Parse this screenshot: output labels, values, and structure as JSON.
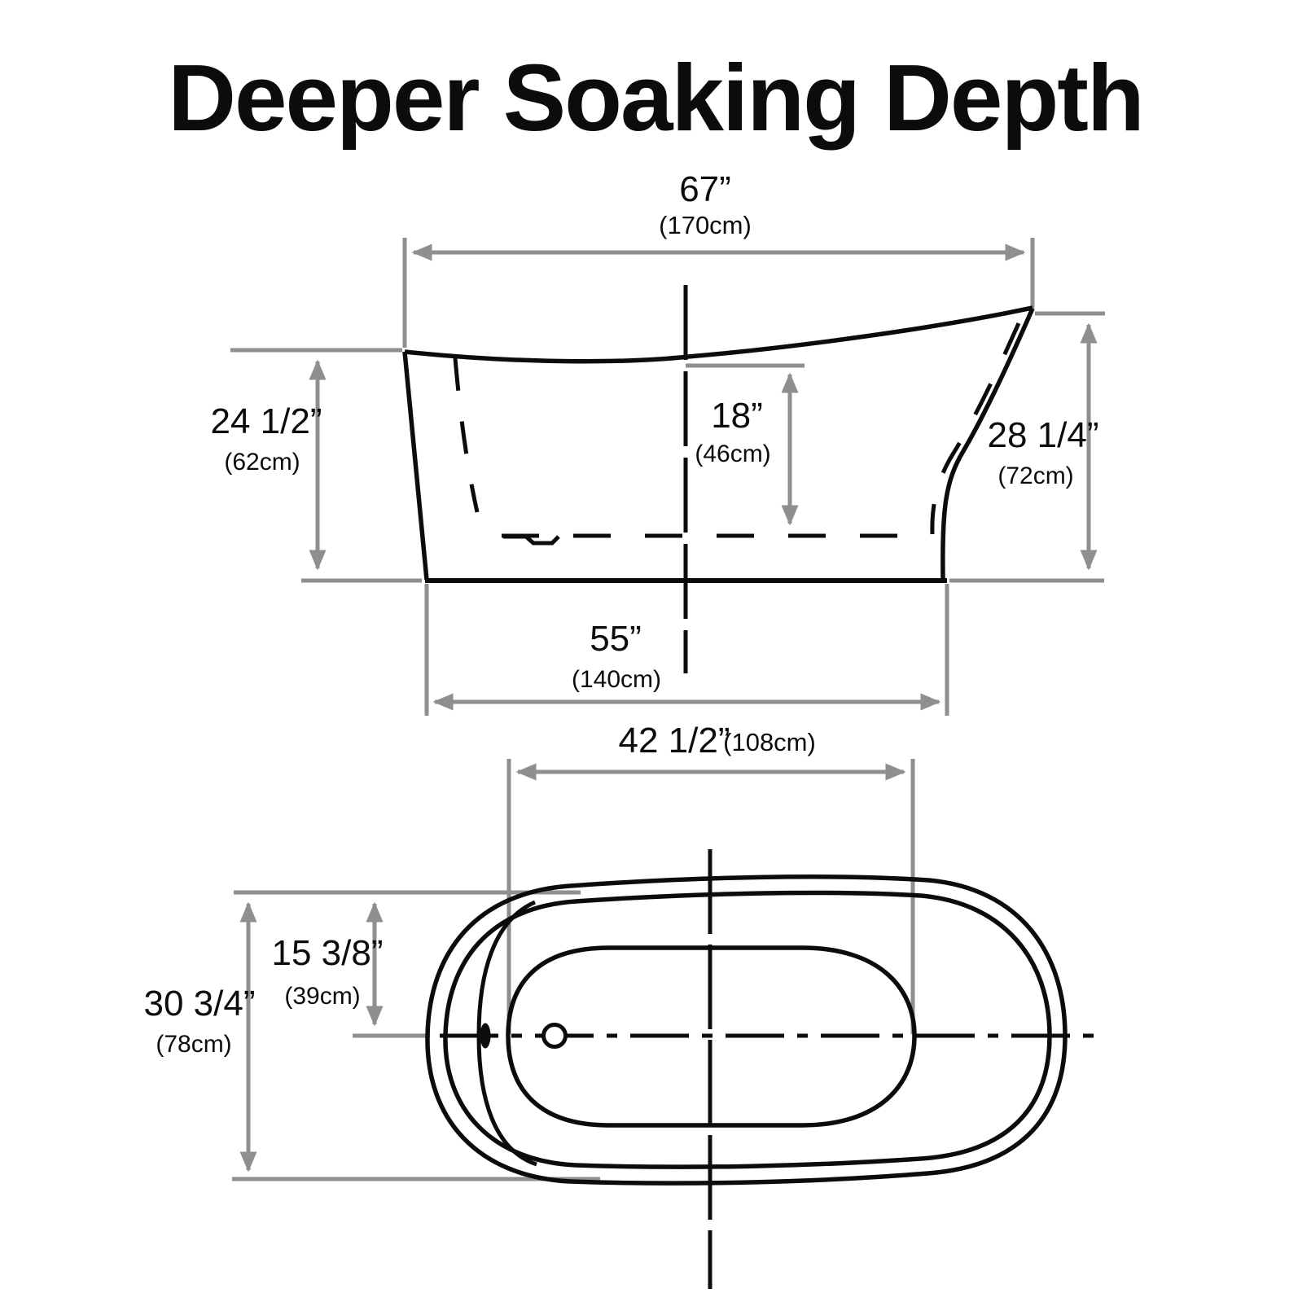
{
  "title": "Deeper Soaking Depth",
  "colors": {
    "line": "#0c0c0c",
    "dimension": "#8f8f8f"
  },
  "side_view": {
    "overall_length": {
      "in": "67”",
      "cm": "(170cm)"
    },
    "left_height": {
      "in": "24 1/2”",
      "cm": "(62cm)"
    },
    "soaking_depth": {
      "in": "18”",
      "cm": "(46cm)"
    },
    "right_height": {
      "in": "28 1/4”",
      "cm": "(72cm)"
    },
    "base_length": {
      "in": "55”",
      "cm": "(140cm)"
    }
  },
  "top_view": {
    "basin_length": {
      "in": "42 1/2”",
      "cm": "(108cm)"
    },
    "basin_width": {
      "in": "15 3/8”",
      "cm": "(39cm)"
    },
    "overall_width": {
      "in": "30 3/4”",
      "cm": "(78cm)"
    }
  }
}
